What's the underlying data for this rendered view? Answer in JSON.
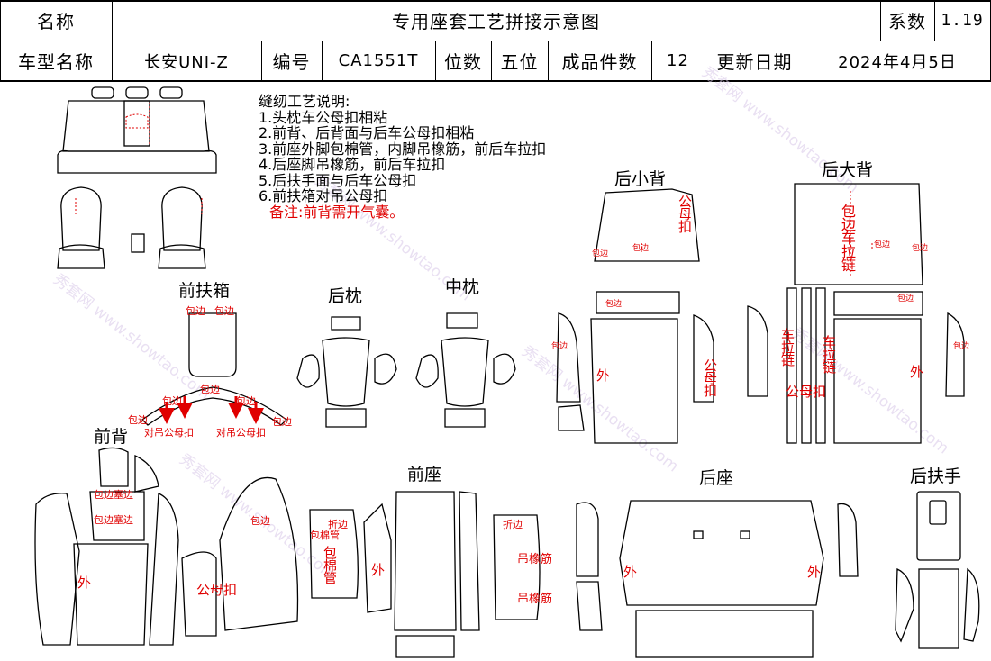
{
  "header": {
    "name_label": "名称",
    "title": "专用座套工艺拼接示意图",
    "coef_label": "系数",
    "coef_value": "1.19",
    "model_label": "车型名称",
    "model_value": "长安UNI-Z",
    "code_label": "编号",
    "code_value": "CA1551T",
    "seats_label": "位数",
    "seats_value": "五位",
    "pieces_label": "成品件数",
    "pieces_value": "12",
    "date_label": "更新日期",
    "date_value": "2024年4月5日"
  },
  "notes": {
    "heading": "缝纫工艺说明:",
    "items": [
      "1.头枕车公母扣相粘",
      "2.前背、后背面与后车公母扣相粘",
      "3.前座外脚包棉管，内脚吊橡筋，前后车拉扣",
      "4.后座脚吊橡筋，前后车拉扣",
      "5.后扶手面与后车公母扣",
      "6.前扶箱对吊公母扣"
    ],
    "remark": "备注:前背需开气囊。"
  },
  "sections": {
    "front_armbox": "前扶箱",
    "rear_pillow": "后枕",
    "mid_pillow": "中枕",
    "rear_small_back": "后小背",
    "rear_big_back": "后大背",
    "front_back": "前背",
    "front_seat": "前座",
    "rear_seat": "后座",
    "rear_armrest": "后扶手"
  },
  "annotations": {
    "bao_bian": "包边",
    "dui_diao": "对吊公母扣",
    "gong_mu_kou": "公母扣",
    "wai": "外",
    "bao_bian_sai_bian": "包边塞边",
    "zhe_bian": "折边",
    "bao_mian_guan": "包棉管",
    "diao_xiang_jin": "吊橡筋",
    "bao_bian_che_la_lian": "包边车拉链",
    "che_la_lian": "车拉链"
  },
  "watermark": "秀套网 www.showtao.com",
  "colors": {
    "line": "#000000",
    "annotation": "#e00000",
    "watermark": "#d8c7e8"
  }
}
